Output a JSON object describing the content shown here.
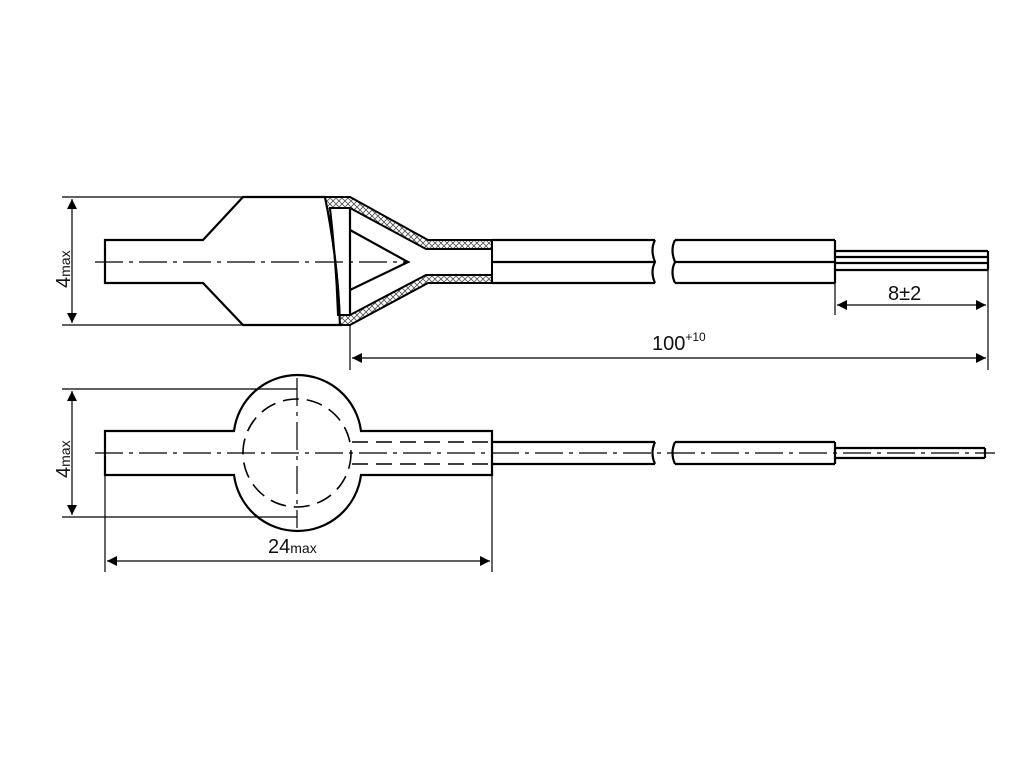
{
  "top_view": {
    "height_dim": {
      "value": "4",
      "suffix": "max"
    },
    "strip_dim": {
      "value": "8±2"
    },
    "length_dim": {
      "value": "100",
      "tolerance": "+10"
    }
  },
  "bottom_view": {
    "height_dim": {
      "value": "4",
      "suffix": "max"
    },
    "body_length_dim": {
      "value": "24",
      "suffix": "max"
    }
  }
}
